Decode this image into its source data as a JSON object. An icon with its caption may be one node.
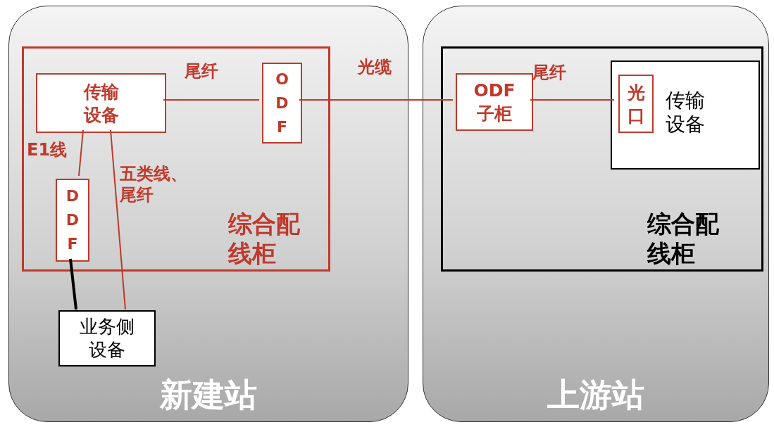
{
  "diagram": {
    "nodes": [
      {
        "text": [
          "新建站"
        ]
      },
      {
        "text": [
          "综合配线柜"
        ],
        "in": 0
      },
      {
        "text": [
          "传输设备"
        ],
        "in": 1
      },
      {
        "text": [
          "ODF"
        ],
        "in": 1
      },
      {
        "text": [
          "DDF"
        ],
        "in": 1
      },
      {
        "text": [
          "业务侧设备"
        ],
        "in": 0
      },
      {
        "text": [
          "上游站"
        ]
      },
      {
        "text": [
          "综合配线柜"
        ],
        "in": 6
      },
      {
        "text": [
          "ODF子柜"
        ],
        "in": 7
      },
      {
        "text": [
          "传输设备"
        ],
        "in": 7
      },
      {
        "text": [
          "光口"
        ],
        "in": 9
      }
    ],
    "edges": [
      {
        "from": 2,
        "to": 3,
        "arrow": "none",
        "label": "尾纤"
      },
      {
        "from": 3,
        "to": 8,
        "arrow": "none",
        "label": "光缆"
      },
      {
        "from": 8,
        "to": 10,
        "arrow": "none",
        "label": "尾纤"
      },
      {
        "from": 2,
        "to": 4,
        "arrow": "none",
        "label": "E1线"
      },
      {
        "from": 2,
        "to": 5,
        "arrow": "none",
        "label": "五类线、尾纤"
      },
      {
        "from": 4,
        "to": 5,
        "arrow": "none",
        "style": "thick",
        "color": "#000000"
      }
    ]
  }
}
